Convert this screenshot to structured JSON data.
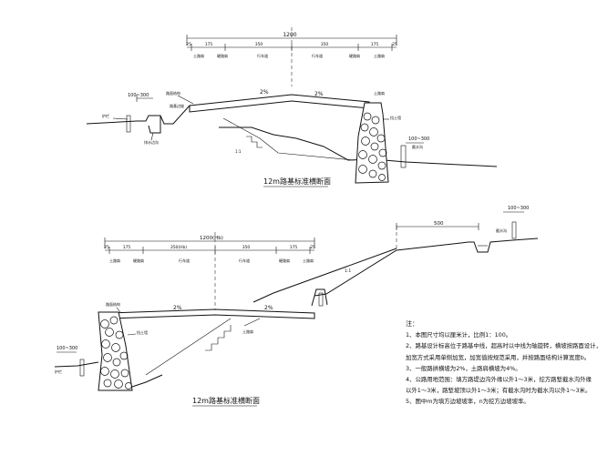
{
  "top_section": {
    "total_width": "1200",
    "dims": [
      "25",
      "175",
      "350",
      "350",
      "175",
      "25"
    ],
    "lane_labels": [
      "土路肩",
      "硬路肩",
      "行车道",
      "行车道",
      "硬路肩",
      "土路肩"
    ],
    "slope_left": "2%",
    "slope_right": "2%",
    "side_dim": "100~300",
    "side_dim_right": "100~300",
    "caption": "12m路基标准横断面",
    "callouts": [
      "路面结构",
      "路基边坡",
      "排水边沟",
      "挡土墙",
      "土路肩",
      "截水沟",
      "护栏"
    ]
  },
  "bottom_section": {
    "total_width": "1200(Hb)",
    "dims": [
      "25",
      "175",
      "350(Hb)",
      "350",
      "175",
      "25"
    ],
    "lane_labels": [
      "土路肩",
      "硬路肩",
      "行车道",
      "行车道",
      "硬路肩",
      "土路肩"
    ],
    "slope_left": "2%",
    "slope_right": "2%",
    "top_dim": "500",
    "side_dim_right": "100~300",
    "side_dim_left": "100~300",
    "caption": "12m路基标准横断面",
    "callouts": [
      "路面结构",
      "挡土墙",
      "截水沟",
      "土路肩",
      "护栏",
      "1:1"
    ]
  },
  "notes": {
    "title": "注：",
    "items": [
      "1、本图尺寸均以厘米计，比例1：100。",
      "2、路基设计标高位于路基中线，超高时以中线为轴旋转，横坡按路面设计，",
      "   加宽方式采用单侧加宽，加宽值按规范采用，并按路面结构计算宽度b。",
      "3、一般路拱横坡为2%，土路肩横坡为4%。",
      "4、公路用地范围：填方路堤边沟外缘以外1～3米，挖方路堑截水沟外缘",
      "   以外1～3米，路堑坡顶以外1～3米；有截水沟时为截水沟以外1～3米。",
      "5、图中m为填方边坡坡率，n为挖方边坡坡率。"
    ]
  }
}
